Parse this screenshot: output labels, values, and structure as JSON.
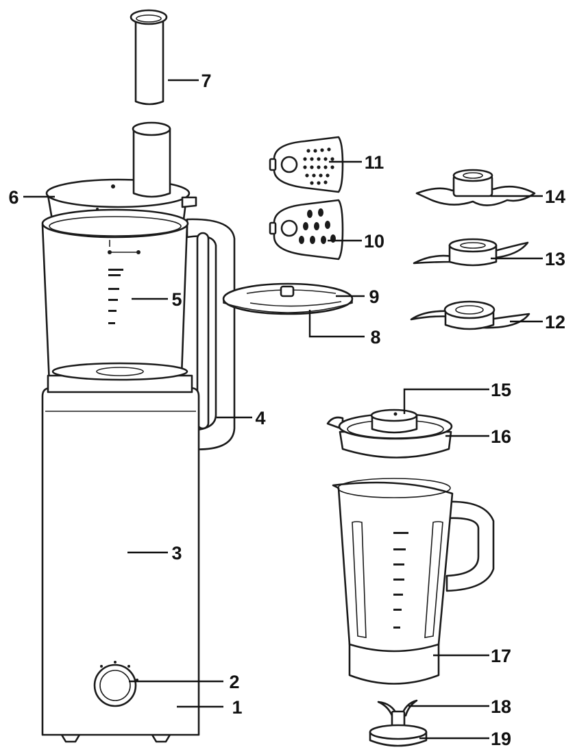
{
  "colors": {
    "ink": "#1a1a1a",
    "paper": "#ffffff"
  },
  "callouts": [
    {
      "id": "1",
      "label": "1",
      "part": "motor-base"
    },
    {
      "id": "2",
      "label": "2",
      "part": "speed-control-knob"
    },
    {
      "id": "3",
      "label": "3",
      "part": "drive-shaft"
    },
    {
      "id": "4",
      "label": "4",
      "part": "processing-bowl"
    },
    {
      "id": "5",
      "label": "5",
      "part": "disc-holder"
    },
    {
      "id": "6",
      "label": "6",
      "part": "bowl-lid"
    },
    {
      "id": "7",
      "label": "7",
      "part": "food-pusher"
    },
    {
      "id": "8",
      "label": "8",
      "part": "slicing-disc-carrier"
    },
    {
      "id": "9",
      "label": "9",
      "part": "slicing-disc-insert"
    },
    {
      "id": "10",
      "label": "10",
      "part": "coarse-grating-insert"
    },
    {
      "id": "11",
      "label": "11",
      "part": "fine-grating-insert"
    },
    {
      "id": "12",
      "label": "12",
      "part": "chopping-blade"
    },
    {
      "id": "13",
      "label": "13",
      "part": "kneading-blade"
    },
    {
      "id": "14",
      "label": "14",
      "part": "emulsifying-disc"
    },
    {
      "id": "15",
      "label": "15",
      "part": "measuring-cap"
    },
    {
      "id": "16",
      "label": "16",
      "part": "blender-lid"
    },
    {
      "id": "17",
      "label": "17",
      "part": "blender-jug"
    },
    {
      "id": "18",
      "label": "18",
      "part": "blender-blade"
    },
    {
      "id": "19",
      "label": "19",
      "part": "blade-base-ring"
    }
  ]
}
